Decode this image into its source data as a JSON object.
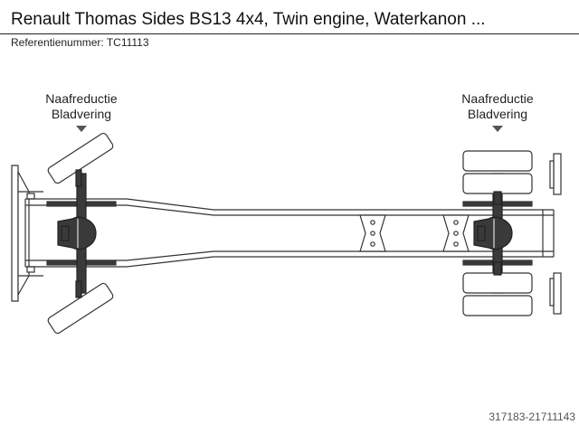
{
  "header": {
    "title": "Renault Thomas Sides BS13 4x4, Twin engine, Waterkanon ...",
    "reference": "Referentienummer: TC11113"
  },
  "diagram": {
    "front_axle": {
      "label_line1": "Naafreductie",
      "label_line2": "Bladvering"
    },
    "rear_axle": {
      "label_line1": "Naafreductie",
      "label_line2": "Bladvering"
    }
  },
  "footer": {
    "id": "317183-21711143"
  },
  "colors": {
    "outline": "#333333",
    "tire_fill": "#ffffff",
    "axle_fill": "#3a3a3a",
    "arrow": "#555555"
  }
}
